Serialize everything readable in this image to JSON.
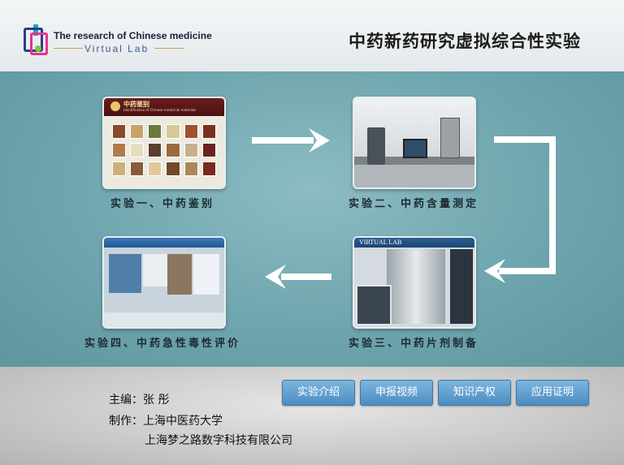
{
  "header": {
    "brand_line1": "The research of Chinese medicine",
    "brand_line2": "Virtual Lab",
    "title": "中药新药研究虚拟综合性实验"
  },
  "experiments": [
    {
      "label": "实验一、中药鉴别",
      "thumb_header": "中药鉴别",
      "thumb_subheader": "Identification of Chinese medicinal materials"
    },
    {
      "label": "实验二、中药含量测定"
    },
    {
      "label": "实验三、中药片剂制备",
      "thumb_header": "VIRTUAL LAB"
    },
    {
      "label": "实验四、中药急性毒性评价"
    }
  ],
  "footer": {
    "editor": "主编：张 彤",
    "producer_line1": "制作：上海中医药大学",
    "producer_line2": "上海梦之路数字科技有限公司",
    "buttons": [
      "实验介绍",
      "申报视频",
      "知识产权",
      "应用证明"
    ]
  },
  "colors": {
    "accent_button": "#5b9bd0",
    "main_bg": "#6fa3ad",
    "header_bg": "#eef1f2",
    "footer_bg": "#cfcfcf"
  }
}
